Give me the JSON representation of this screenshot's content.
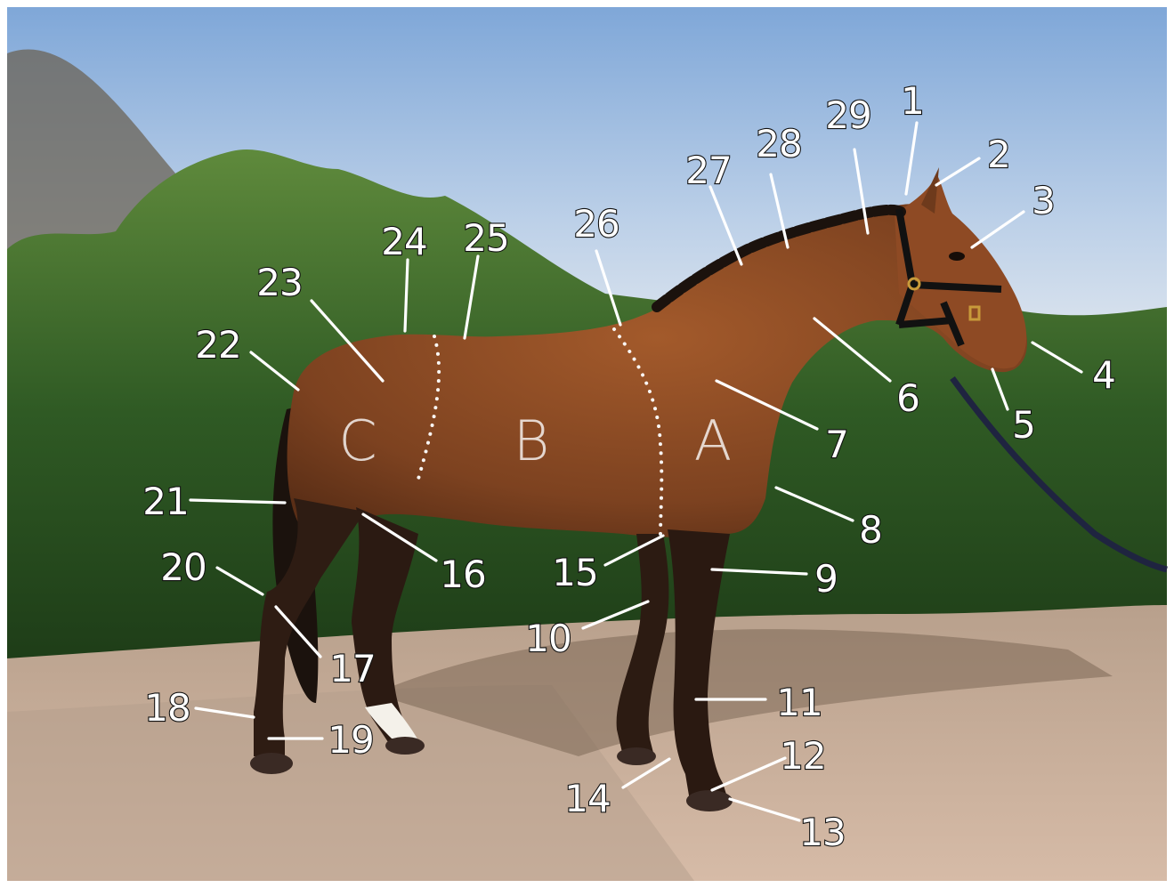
{
  "regions": [
    "C",
    "B",
    "A"
  ],
  "labels": [
    "1",
    "2",
    "3",
    "4",
    "5",
    "6",
    "7",
    "8",
    "9",
    "10",
    "11",
    "12",
    "13",
    "14",
    "15",
    "16",
    "17",
    "18",
    "19",
    "20",
    "21",
    "22",
    "23",
    "24",
    "25",
    "26",
    "27",
    "28",
    "29"
  ],
  "colors": {
    "sky_top": "#8fb2dc",
    "sky_bottom": "#d8e3ef",
    "hedge": "#2f5a24",
    "ground": "#c9ad97",
    "coat": "#8a4a22",
    "legs": "#2a1a12"
  }
}
